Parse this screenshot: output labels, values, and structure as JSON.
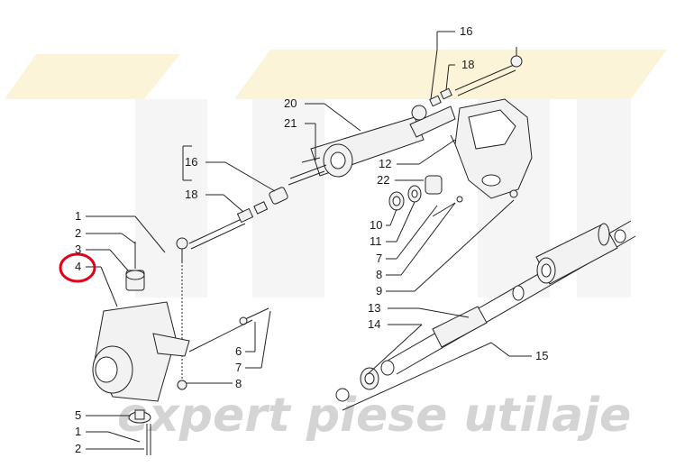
{
  "diagram": {
    "watermark_text": "expert piese utilaje",
    "callouts": [
      {
        "id": "c16a",
        "label": "16"
      },
      {
        "id": "c18a",
        "label": "18"
      },
      {
        "id": "c20",
        "label": "20"
      },
      {
        "id": "c21",
        "label": "21"
      },
      {
        "id": "c12",
        "label": "12"
      },
      {
        "id": "c22",
        "label": "22"
      },
      {
        "id": "c10",
        "label": "10"
      },
      {
        "id": "c11",
        "label": "11"
      },
      {
        "id": "c7a",
        "label": "7"
      },
      {
        "id": "c8a",
        "label": "8"
      },
      {
        "id": "c9",
        "label": "9"
      },
      {
        "id": "c16b",
        "label": "16"
      },
      {
        "id": "c18b",
        "label": "18"
      },
      {
        "id": "c1a",
        "label": "1"
      },
      {
        "id": "c2a",
        "label": "2"
      },
      {
        "id": "c3",
        "label": "3"
      },
      {
        "id": "c4",
        "label": "4"
      },
      {
        "id": "c6",
        "label": "6"
      },
      {
        "id": "c7b",
        "label": "7"
      },
      {
        "id": "c8b",
        "label": "8"
      },
      {
        "id": "c13",
        "label": "13"
      },
      {
        "id": "c14",
        "label": "14"
      },
      {
        "id": "c15",
        "label": "15"
      },
      {
        "id": "c5",
        "label": "5"
      },
      {
        "id": "c1b",
        "label": "1"
      },
      {
        "id": "c2b",
        "label": "2"
      }
    ],
    "highlight": {
      "target": "4",
      "color": "#e0001a"
    },
    "colors": {
      "line": "#222222",
      "watermark_yellow": "#fbf4d8",
      "watermark_gray": "#d4d4d4"
    }
  }
}
